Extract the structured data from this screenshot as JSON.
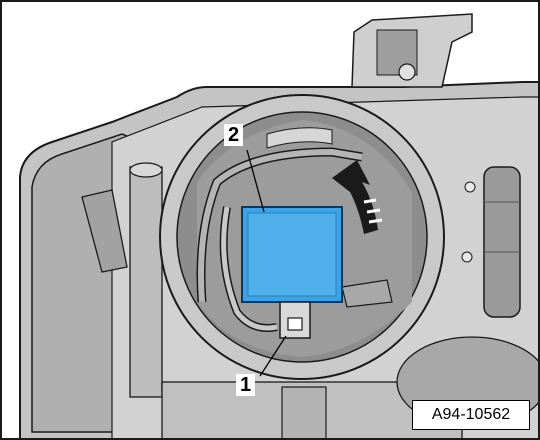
{
  "callouts": [
    {
      "label": "1",
      "part": "connector"
    },
    {
      "label": "2",
      "part": "control-module"
    }
  ],
  "figure_ref": "A94-10562",
  "colors": {
    "module": "#3ca3e6",
    "housing": "#bfbfbf",
    "housing_dark": "#8a8a8a",
    "outline": "#1a1a1a"
  },
  "icons": [
    "curved-rotation-arrow-icon"
  ]
}
